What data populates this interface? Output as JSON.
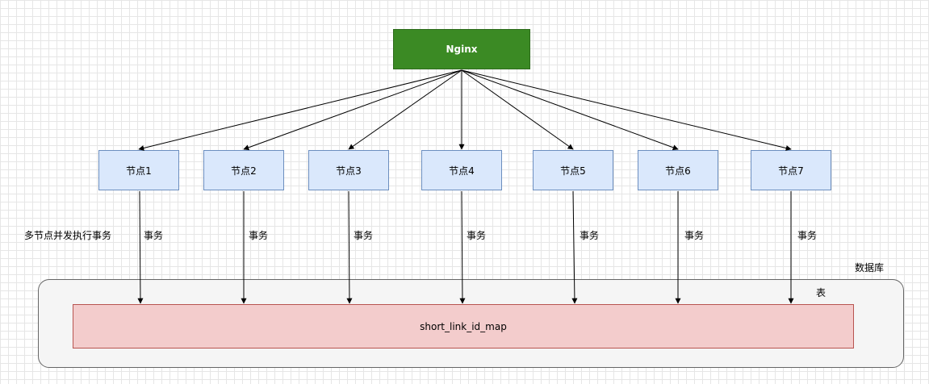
{
  "nginx": {
    "label": "Nginx"
  },
  "nodes": [
    {
      "label": "节点1"
    },
    {
      "label": "节点2"
    },
    {
      "label": "节点3"
    },
    {
      "label": "节点4"
    },
    {
      "label": "节点5"
    },
    {
      "label": "节点6"
    },
    {
      "label": "节点7"
    }
  ],
  "transaction_label": "事务",
  "concurrent_note": "多节点并发执行事务",
  "database": {
    "label": "数据库",
    "table_caption": "表",
    "table_name": "short_link_id_map"
  },
  "colors": {
    "nginx_fill": "#3b8a24",
    "node_fill": "#dae8fc",
    "node_stroke": "#6c8ebf",
    "database_fill": "#f5f5f5",
    "table_fill": "#f3cccc",
    "table_stroke": "#b85450"
  }
}
